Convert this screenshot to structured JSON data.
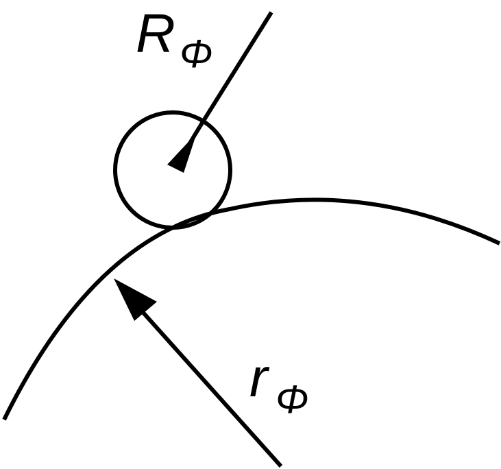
{
  "labels": {
    "big_radius": {
      "main": "R",
      "sub": "Φ"
    },
    "small_radius": {
      "main": "r",
      "sub": "Φ"
    }
  },
  "colors": {
    "stroke": "#000000",
    "background": "#ffffff"
  }
}
